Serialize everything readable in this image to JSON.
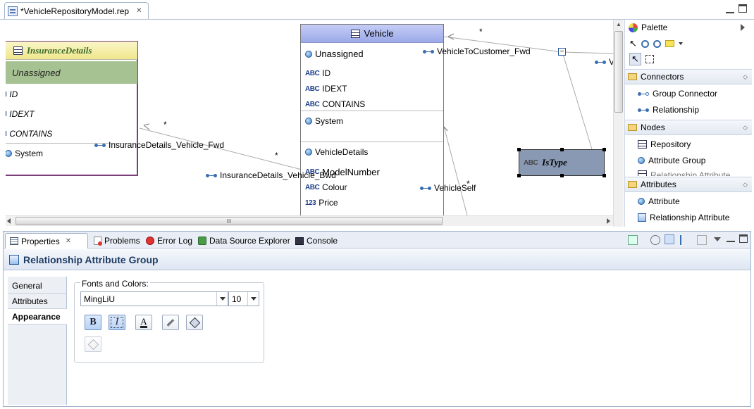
{
  "editor": {
    "tab_title": "*VehicleRepositoryModel.rep",
    "close_glyph": "✕"
  },
  "diagram": {
    "insurance": {
      "title": "InsuranceDetails",
      "unassigned": "Unassigned",
      "attrs": [
        "ID",
        "IDEXT",
        "CONTAINS"
      ],
      "system": "System"
    },
    "vehicle": {
      "title": "Vehicle",
      "unassigned": "Unassigned",
      "attrs": [
        "ID",
        "IDEXT",
        "CONTAINS"
      ],
      "system": "System",
      "details": "VehicleDetails",
      "fields": [
        {
          "icon": "ABC",
          "label": "ModelNumber"
        },
        {
          "icon": "ABC",
          "label": "Colour"
        },
        {
          "icon": "123",
          "label": "Price"
        }
      ]
    },
    "istype": {
      "icon": "ABC",
      "title": "IsType"
    },
    "connections": {
      "vehicle_to_customer": "VehicleToCustomer_Fwd",
      "insurance_fwd": "InsuranceDetails_Vehicle_Fwd",
      "insurance_bwd": "InsuranceDetails_Vehicle_Bwd",
      "vehicle_self": "VehicleSelf",
      "right_cut": "V"
    },
    "multiplicity": "*",
    "collapse_glyph": "−",
    "vscroll_glyph": "▲",
    "hscroll_grip": "III"
  },
  "palette": {
    "title": "Palette",
    "sections": [
      {
        "label": "Connectors",
        "items": [
          "Group Connector",
          "Relationship"
        ]
      },
      {
        "label": "Nodes",
        "items": [
          "Repository",
          "Attribute Group",
          "Relationship Attribute"
        ]
      },
      {
        "label": "Attributes",
        "items": [
          "Attribute",
          "Relationship Attribute"
        ]
      }
    ]
  },
  "bottom": {
    "tabs": [
      "Properties",
      "Problems",
      "Error Log",
      "Data Source Explorer",
      "Console"
    ],
    "properties_title": "Relationship Attribute Group",
    "side_tabs": [
      "General",
      "Attributes",
      "Appearance"
    ],
    "fonts_group_label": "Fonts and Colors:",
    "font_name": "MingLiU",
    "font_size": "10",
    "format_buttons": {
      "bold": "B",
      "italic": "I",
      "font_color": "A"
    }
  },
  "colors": {
    "node_header": "#a9b6ee",
    "insurance_header": "#f3eea0",
    "unassigned_green": "#a6c192",
    "istype_bg": "#8a99b3",
    "accent": "#1f3a64"
  }
}
